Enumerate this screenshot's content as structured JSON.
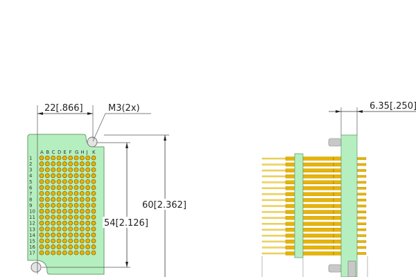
{
  "front_view": {
    "column_letters": [
      "A",
      "B",
      "C",
      "D",
      "E",
      "F",
      "G",
      "H",
      "J",
      "K"
    ],
    "row_numbers": [
      "1",
      "2",
      "3",
      "4",
      "5",
      "6",
      "7",
      "8",
      "9",
      "10",
      "11",
      "12",
      "13",
      "14",
      "15",
      "16",
      "17"
    ],
    "width_dimension": "22[.866]",
    "hole_callout": "M3(2x)",
    "height_dimension": "60[2.362]",
    "hole_spacing_dimension": "54[2.126]"
  },
  "side_view": {
    "thickness_dimension": "6.35[.250]",
    "pin_count": 17
  },
  "colors": {
    "plate": "#b5efbf",
    "pin": "#e8b400",
    "pin_dot": "#8a6a10",
    "boss": "#c8c8c8"
  }
}
